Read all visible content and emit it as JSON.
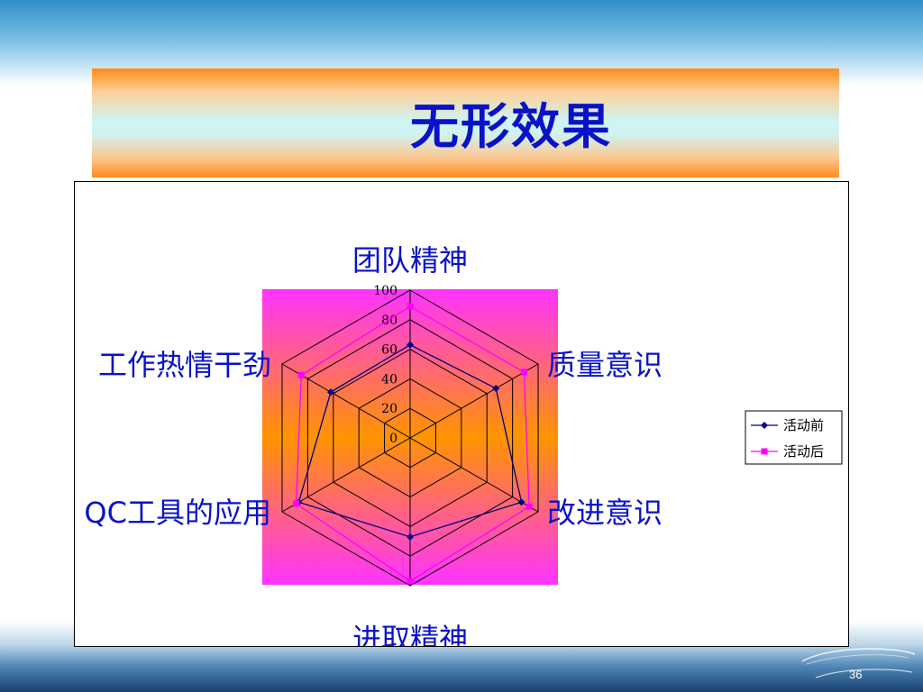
{
  "slide": {
    "title": "无形效果",
    "page_number": "36"
  },
  "chart_data": {
    "type": "radar",
    "categories": [
      "团队精神",
      "质量意识",
      "改进意识",
      "进取精神",
      "QC工具的应用",
      "工作热情干劲"
    ],
    "series": [
      {
        "name": "活动前",
        "values": [
          63,
          67,
          87,
          67,
          87,
          62
        ],
        "color": "#000080",
        "marker": "diamond"
      },
      {
        "name": "活动后",
        "values": [
          89,
          89,
          93,
          97,
          89,
          85
        ],
        "color": "#ff00ff",
        "marker": "square"
      }
    ],
    "ticks": [
      "0",
      "20",
      "40",
      "60",
      "80",
      "100"
    ],
    "rlim": [
      0,
      100
    ],
    "grid": true,
    "legend_position": "right"
  }
}
